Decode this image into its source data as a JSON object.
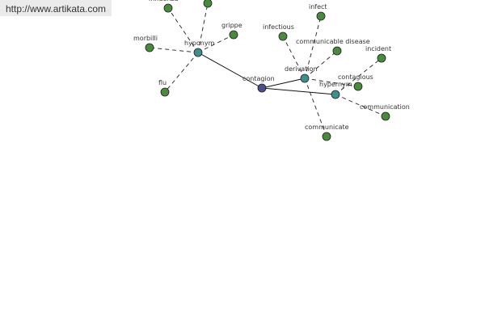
{
  "source": {
    "link_text": "http://www.artikata.com"
  },
  "colors": {
    "center": "#4a4f8c",
    "relation": "#3f8f8f",
    "leaf": "#4a8a3f"
  },
  "graph": {
    "nodes": [
      {
        "id": "contagion",
        "label": "contagion",
        "kind": "center"
      },
      {
        "id": "hyponym",
        "label": "hyponym",
        "kind": "relation"
      },
      {
        "id": "derivation",
        "label": "derivation",
        "kind": "relation"
      },
      {
        "id": "hypernym",
        "label": "hypernym",
        "kind": "relation"
      },
      {
        "id": "influenza",
        "label": "influenza",
        "kind": "leaf"
      },
      {
        "id": "unlabeled-top",
        "label": "",
        "kind": "leaf"
      },
      {
        "id": "grippe",
        "label": "grippe",
        "kind": "leaf"
      },
      {
        "id": "morbilli",
        "label": "morbilli",
        "kind": "leaf"
      },
      {
        "id": "flu",
        "label": "flu",
        "kind": "leaf"
      },
      {
        "id": "infect",
        "label": "infect",
        "kind": "leaf"
      },
      {
        "id": "infectious",
        "label": "infectious",
        "kind": "leaf"
      },
      {
        "id": "communicable-disease",
        "label": "communicable disease",
        "kind": "leaf"
      },
      {
        "id": "contagious",
        "label": "contagious",
        "kind": "leaf"
      },
      {
        "id": "communicate",
        "label": "communicate",
        "kind": "leaf"
      },
      {
        "id": "incident",
        "label": "incident",
        "kind": "leaf"
      },
      {
        "id": "communication",
        "label": "communication",
        "kind": "leaf"
      }
    ],
    "edges": [
      {
        "from": "contagion",
        "to": "hyponym",
        "style": "solid"
      },
      {
        "from": "contagion",
        "to": "derivation",
        "style": "solid"
      },
      {
        "from": "contagion",
        "to": "hypernym",
        "style": "solid"
      },
      {
        "from": "hyponym",
        "to": "influenza",
        "style": "dashed"
      },
      {
        "from": "hyponym",
        "to": "unlabeled-top",
        "style": "dashed"
      },
      {
        "from": "hyponym",
        "to": "grippe",
        "style": "dashed"
      },
      {
        "from": "hyponym",
        "to": "morbilli",
        "style": "dashed"
      },
      {
        "from": "hyponym",
        "to": "flu",
        "style": "dashed"
      },
      {
        "from": "derivation",
        "to": "infect",
        "style": "dashed"
      },
      {
        "from": "derivation",
        "to": "infectious",
        "style": "dashed"
      },
      {
        "from": "derivation",
        "to": "communicable-disease",
        "style": "dashed"
      },
      {
        "from": "derivation",
        "to": "contagious",
        "style": "dashed"
      },
      {
        "from": "derivation",
        "to": "communicate",
        "style": "dashed"
      },
      {
        "from": "hypernym",
        "to": "incident",
        "style": "dashed"
      },
      {
        "from": "hypernym",
        "to": "communication",
        "style": "dashed"
      }
    ]
  }
}
